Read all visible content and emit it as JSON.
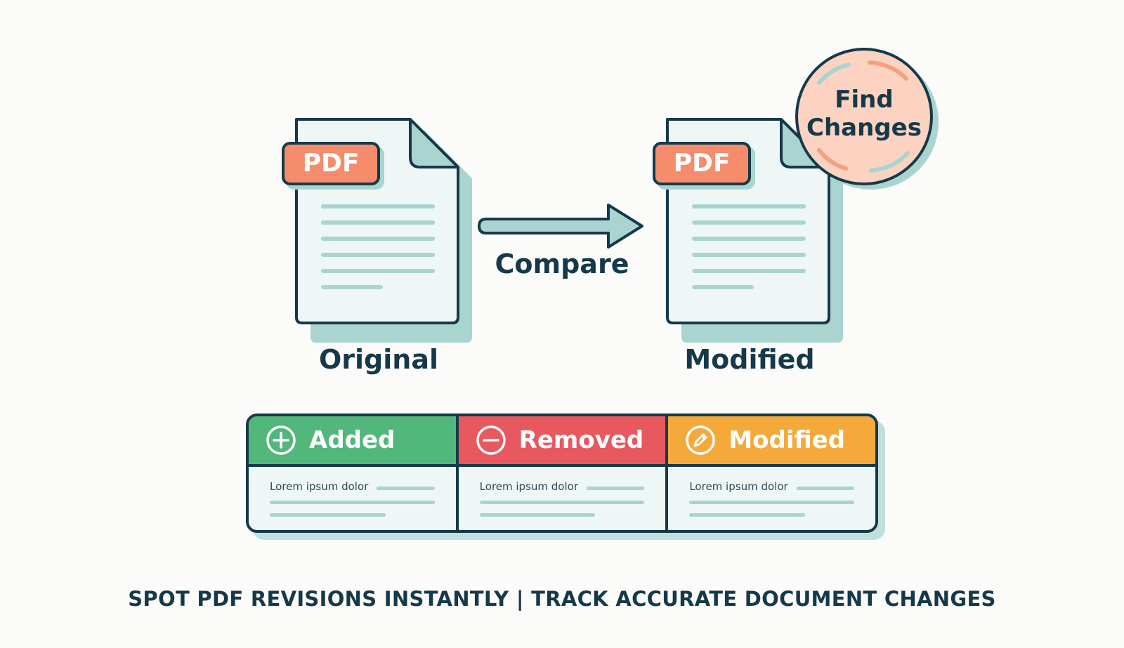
{
  "documents": {
    "original": {
      "tag": "PDF",
      "label": "Original"
    },
    "modified": {
      "tag": "PDF",
      "label": "Modified"
    }
  },
  "arrow_label": "Compare",
  "badge": {
    "text_line1": "Find",
    "text_line2": "Changes"
  },
  "legend": [
    {
      "label": "Added",
      "icon": "plus-circle-icon",
      "color": "#52b77b",
      "body": "Lorem ipsum dolor"
    },
    {
      "label": "Removed",
      "icon": "minus-circle-icon",
      "color": "#e8585f",
      "body": "Lorem ipsum dolor"
    },
    {
      "label": "Modified",
      "icon": "pencil-circle-icon",
      "color": "#f5a93b",
      "body": "Lorem ipsum dolor"
    }
  ],
  "footer": "SPOT PDF REVISIONS INSTANTLY | TRACK ACCURATE DOCUMENT CHANGES",
  "colors": {
    "outline": "#16394a",
    "accent_teal": "#a9d4cf",
    "pdf_tag": "#f58c6c",
    "badge_fill": "#fbd3c0",
    "page_fill": "#eff7f6"
  }
}
